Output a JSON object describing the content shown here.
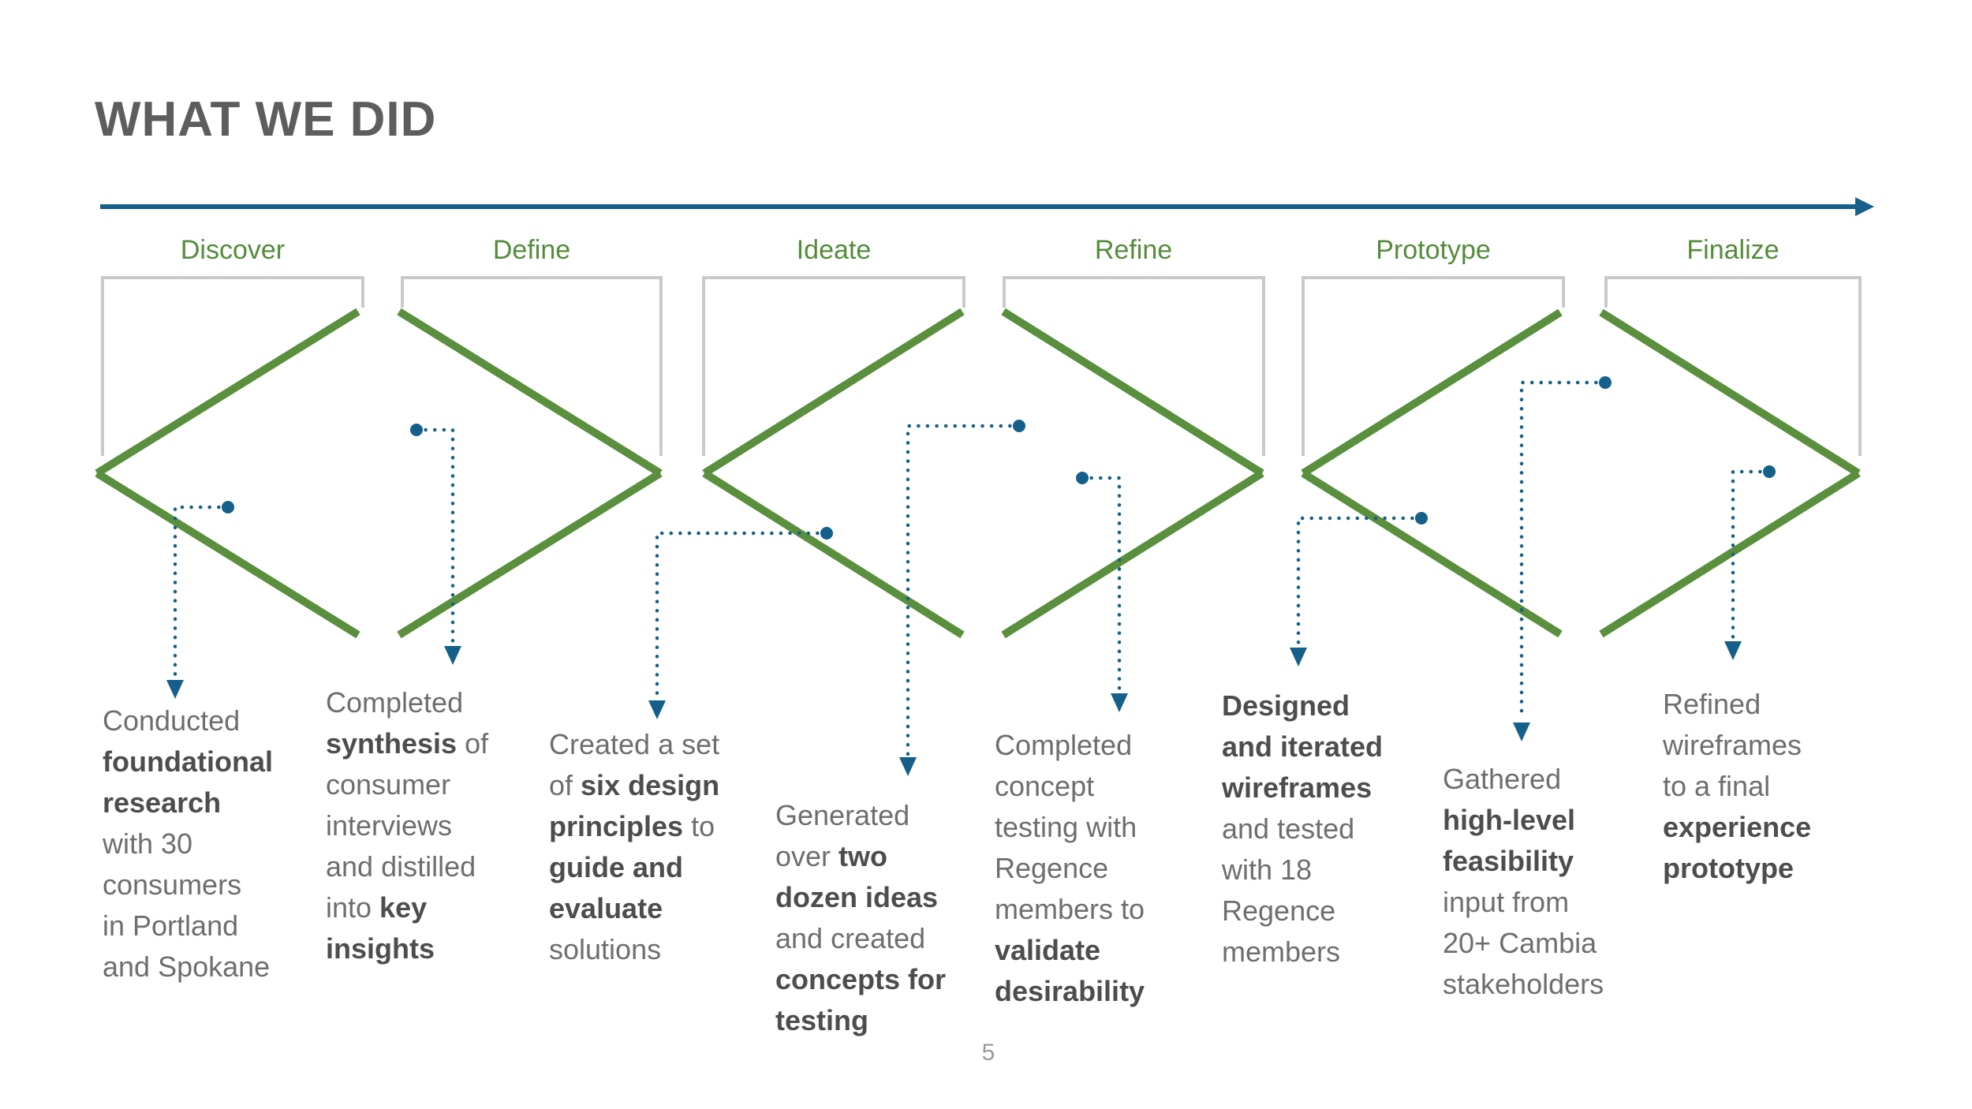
{
  "slide_title": "WHAT WE DID",
  "page_number": "5",
  "colors": {
    "accent_green": "#5a8f3e",
    "phase_label_green": "#538c3a",
    "accent_blue": "#15608a",
    "body_text_gray": "#6e6e6e",
    "bold_text_gray": "#4d4d4d",
    "title_gray": "#5d5d5d",
    "bracket_gray": "#c9c9c9",
    "page_number_gray": "#9a9a9a"
  },
  "icons": {
    "timeline_arrowhead": "right-arrow",
    "connector_start": "dot",
    "connector_end": "down-arrow"
  },
  "phases": [
    {
      "label": "Discover"
    },
    {
      "label": "Define"
    },
    {
      "label": "Ideate"
    },
    {
      "label": "Refine"
    },
    {
      "label": "Prototype"
    },
    {
      "label": "Finalize"
    }
  ],
  "steps": [
    {
      "phase": "Discover",
      "lines": [
        [
          {
            "t": "Conducted"
          }
        ],
        [
          {
            "t": "foundational",
            "b": true
          }
        ],
        [
          {
            "t": "research",
            "b": true
          }
        ],
        [
          {
            "t": "with 30"
          }
        ],
        [
          {
            "t": "consumers"
          }
        ],
        [
          {
            "t": "in Portland"
          }
        ],
        [
          {
            "t": "and Spokane"
          }
        ]
      ]
    },
    {
      "phase": "Define",
      "lines": [
        [
          {
            "t": "Completed"
          }
        ],
        [
          {
            "t": "synthesis",
            "b": true
          },
          {
            "t": " of"
          }
        ],
        [
          {
            "t": "consumer"
          }
        ],
        [
          {
            "t": "interviews"
          }
        ],
        [
          {
            "t": "and distilled"
          }
        ],
        [
          {
            "t": "into "
          },
          {
            "t": "key",
            "b": true
          }
        ],
        [
          {
            "t": "insights",
            "b": true
          }
        ]
      ]
    },
    {
      "phase": "Ideate",
      "lines": [
        [
          {
            "t": "Created a set"
          }
        ],
        [
          {
            "t": "of "
          },
          {
            "t": "six design",
            "b": true
          }
        ],
        [
          {
            "t": "principles",
            "b": true
          },
          {
            "t": " to"
          }
        ],
        [
          {
            "t": "guide and",
            "b": true
          }
        ],
        [
          {
            "t": "evaluate",
            "b": true
          }
        ],
        [
          {
            "t": "solutions"
          }
        ]
      ]
    },
    {
      "phase": "Ideate",
      "lines": [
        [
          {
            "t": "Generated"
          }
        ],
        [
          {
            "t": "over "
          },
          {
            "t": "two",
            "b": true
          }
        ],
        [
          {
            "t": "dozen ideas",
            "b": true
          }
        ],
        [
          {
            "t": "and created"
          }
        ],
        [
          {
            "t": "concepts for",
            "b": true
          }
        ],
        [
          {
            "t": "testing",
            "b": true
          }
        ]
      ]
    },
    {
      "phase": "Refine",
      "lines": [
        [
          {
            "t": "Completed"
          }
        ],
        [
          {
            "t": "concept"
          }
        ],
        [
          {
            "t": "testing with"
          }
        ],
        [
          {
            "t": "Regence"
          }
        ],
        [
          {
            "t": "members to"
          }
        ],
        [
          {
            "t": "validate",
            "b": true
          }
        ],
        [
          {
            "t": "desirability",
            "b": true
          }
        ]
      ]
    },
    {
      "phase": "Prototype",
      "lines": [
        [
          {
            "t": "Designed",
            "b": true
          }
        ],
        [
          {
            "t": "and iterated",
            "b": true
          }
        ],
        [
          {
            "t": "wireframes",
            "b": true
          }
        ],
        [
          {
            "t": "and tested"
          }
        ],
        [
          {
            "t": "with 18"
          }
        ],
        [
          {
            "t": "Regence"
          }
        ],
        [
          {
            "t": "members"
          }
        ]
      ]
    },
    {
      "phase": "Prototype",
      "lines": [
        [
          {
            "t": "Gathered"
          }
        ],
        [
          {
            "t": "high-level",
            "b": true
          }
        ],
        [
          {
            "t": "feasibility",
            "b": true
          }
        ],
        [
          {
            "t": "input from"
          }
        ],
        [
          {
            "t": "20+ Cambia"
          }
        ],
        [
          {
            "t": "stakeholders"
          }
        ]
      ]
    },
    {
      "phase": "Finalize",
      "lines": [
        [
          {
            "t": "Refined"
          }
        ],
        [
          {
            "t": "wireframes"
          }
        ],
        [
          {
            "t": "to a final"
          }
        ],
        [
          {
            "t": "experience",
            "b": true
          }
        ],
        [
          {
            "t": "prototype",
            "b": true
          }
        ]
      ]
    }
  ]
}
